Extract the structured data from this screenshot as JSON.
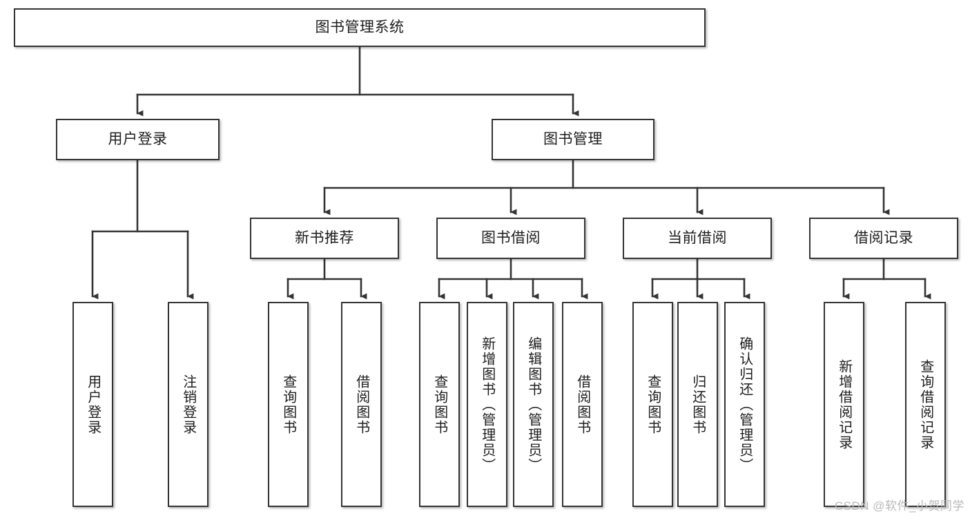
{
  "diagram": {
    "title": "图书管理系统",
    "type": "tree-hierarchy",
    "watermark": "CSDN @软件_小贺同学",
    "colors": {
      "border": "#333333",
      "background": "#ffffff",
      "text": "#1d1d1d",
      "connector": "#333333",
      "watermark": "#b9b9b9"
    }
  },
  "nodes": {
    "root": {
      "label": "图书管理系统"
    },
    "level2": [
      {
        "label": "用户登录"
      },
      {
        "label": "图书管理"
      }
    ],
    "level3": [
      {
        "label": "新书推荐"
      },
      {
        "label": "图书借阅"
      },
      {
        "label": "当前借阅"
      },
      {
        "label": "借阅记录"
      }
    ],
    "leaves": {
      "user_login": [
        {
          "label": "用户登录"
        },
        {
          "label": "注销登录"
        }
      ],
      "new_book_recommend": [
        {
          "label": "查询图书"
        },
        {
          "label": "借阅图书"
        }
      ],
      "book_borrow": [
        {
          "label": "查询图书"
        },
        {
          "label": "新增图书（管理员）"
        },
        {
          "label": "编辑图书（管理员）"
        },
        {
          "label": "借阅图书"
        }
      ],
      "current_borrow": [
        {
          "label": "查询图书"
        },
        {
          "label": "归还图书"
        },
        {
          "label": "确认归还（管理员）"
        }
      ],
      "borrow_record": [
        {
          "label": "新增借阅记录"
        },
        {
          "label": "查询借阅记录"
        }
      ]
    }
  }
}
